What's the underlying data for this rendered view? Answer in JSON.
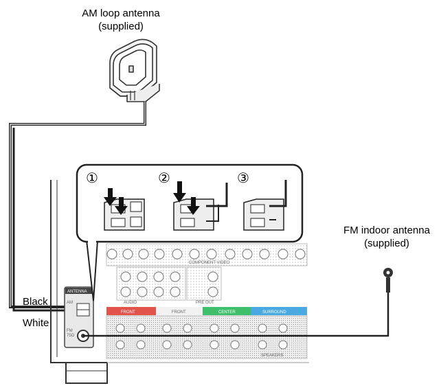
{
  "labels": {
    "am_antenna_line1": "AM loop antenna",
    "am_antenna_line2": "(supplied)",
    "fm_antenna_line1": "FM indoor antenna",
    "fm_antenna_line2": "(supplied)",
    "black": "Black",
    "white": "White"
  },
  "steps": [
    "①",
    "②",
    "③"
  ],
  "panel": {
    "antenna": "ANTENNA",
    "am": "AM",
    "fm_line1": "FM",
    "fm_line2": "75Ω",
    "front": "FRONT",
    "front2": "FRONT",
    "center": "CENTER",
    "surround": "SURROUND",
    "speakers": "SPEAKERS",
    "component_video": "COMPONENT VIDEO",
    "pre_out": "PRE OUT",
    "audio": "AUDIO"
  },
  "colors": {
    "front": "#e2534a",
    "center": "#3fbf6a",
    "surround": "#4aa9e0",
    "panel_dark": "#444444"
  }
}
